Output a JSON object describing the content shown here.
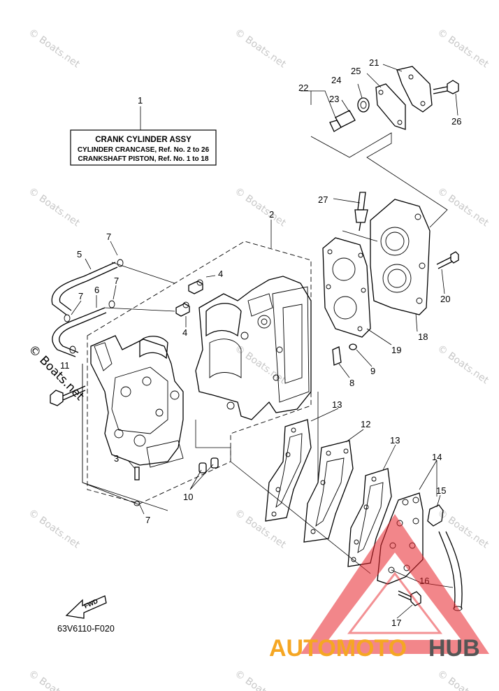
{
  "info_box": {
    "title": "CRANK CYLINDER ASSY",
    "line1": "CYLINDER CRANCASE, Ref. No. 2 to 26",
    "line2": "CRANKSHAFT PISTON, Ref. No. 1 to 18"
  },
  "callouts": {
    "n1": "1",
    "n2": "2",
    "n3": "3",
    "n4a": "4",
    "n4b": "4",
    "n5": "5",
    "n6": "6",
    "n7a": "7",
    "n7b": "7",
    "n7c": "7",
    "n7d": "7",
    "n8": "8",
    "n9": "9",
    "n10": "10",
    "n11": "11",
    "n12": "12",
    "n13a": "13",
    "n13b": "13",
    "n14": "14",
    "n15": "15",
    "n16": "16",
    "n17": "17",
    "n18": "18",
    "n19": "19",
    "n20": "20",
    "n21": "21",
    "n22": "22",
    "n23": "23",
    "n24": "24",
    "n25": "25",
    "n26": "26",
    "n27": "27"
  },
  "fwd_label": "FWD",
  "diagram_code": "63V6110-F020",
  "watermark": "© Boats.net",
  "brand": {
    "part1": "AUTOMOTO",
    "part2": "HUB",
    "color1": "#f5a623",
    "color2": "#555555",
    "triangle_color": "#e8232a"
  }
}
